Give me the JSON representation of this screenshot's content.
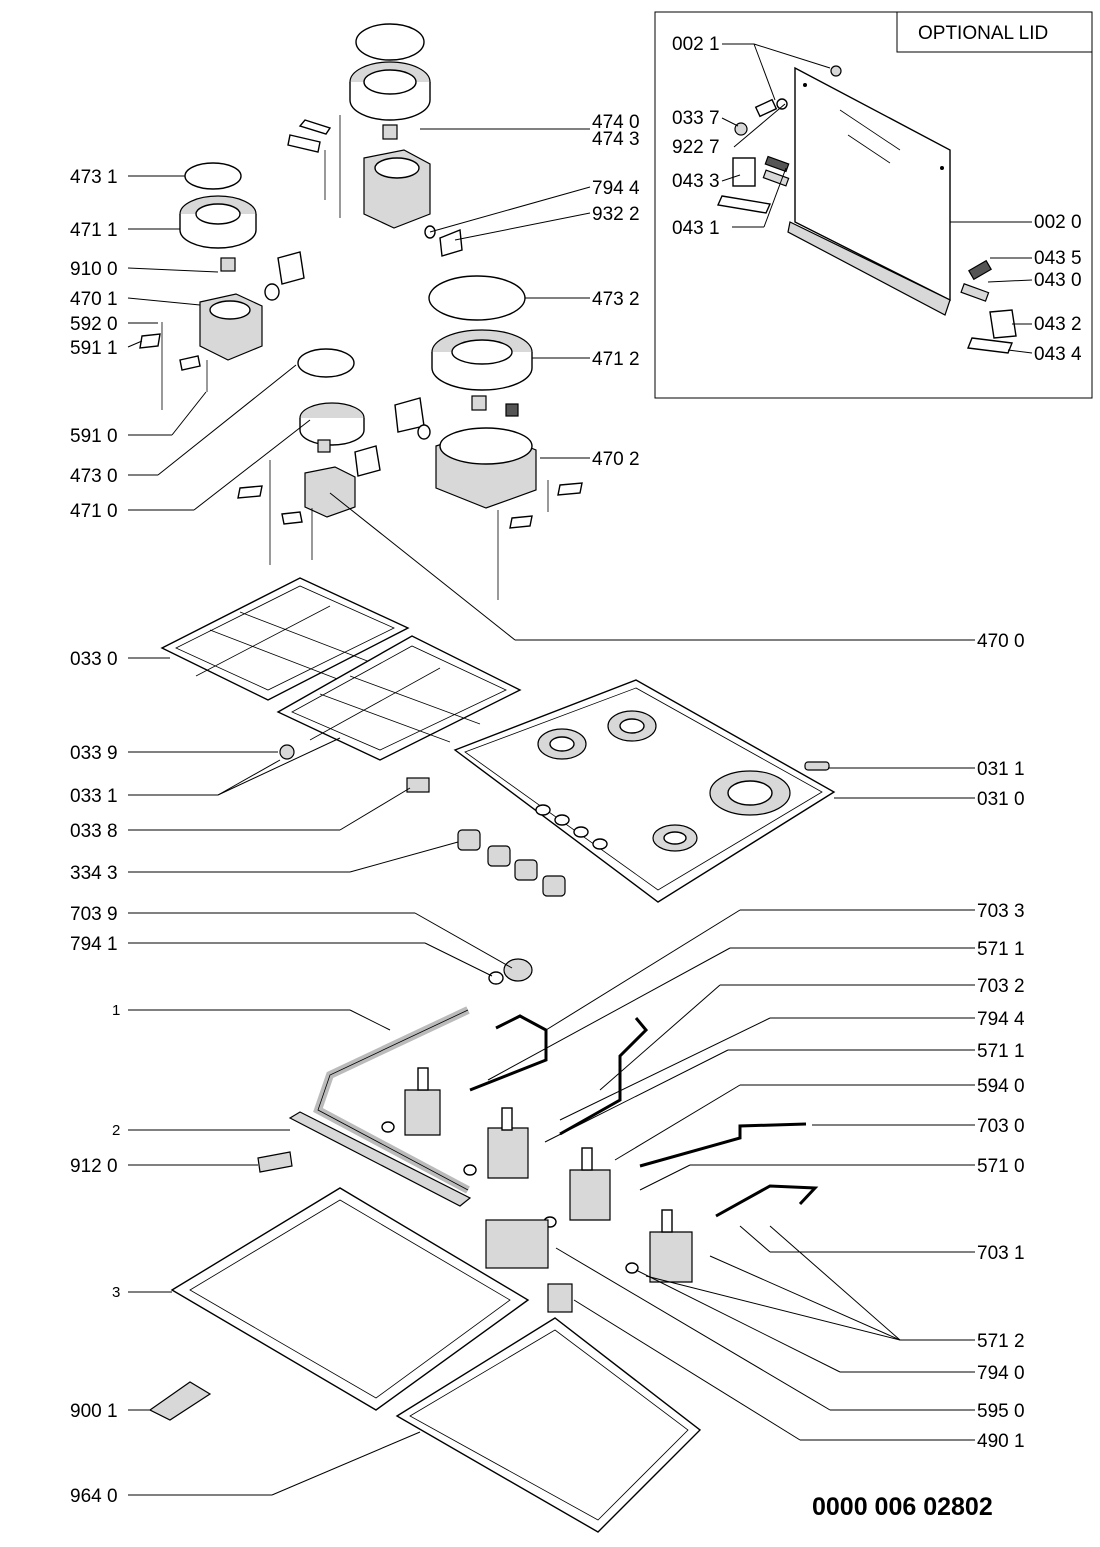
{
  "optional_lid": {
    "title": "OPTIONAL LID"
  },
  "document_number": "0000 006 02802",
  "labels": {
    "p0021": "002 1",
    "p0337": "033 7",
    "p9227": "922 7",
    "p0433": "043 3",
    "p0020": "002 0",
    "p0431": "043 1",
    "p0435": "043 5",
    "p0430": "043 0",
    "p0432": "043 2",
    "p0434": "043 4",
    "p4740": "474 0",
    "p4743": "474 3",
    "p4731": "473 1",
    "p7944a": "794 4",
    "p4711": "471 1",
    "p9322": "932 2",
    "p9100": "910 0",
    "p4701": "470 1",
    "p4732": "473 2",
    "p5920": "592 0",
    "p5911": "591 1",
    "p4712": "471 2",
    "p5910": "591 0",
    "p4730": "473 0",
    "p4702": "470 2",
    "p4710": "471 0",
    "p4700": "470 0",
    "p0330": "033 0",
    "p0339": "033 9",
    "p0311": "031 1",
    "p0331": "033 1",
    "p0310": "031 0",
    "p0338": "033 8",
    "p3343": "334 3",
    "p7039": "703 9",
    "p7033": "703 3",
    "p7941": "794 1",
    "p5711a": "571 1",
    "p1": "1",
    "p7032": "703 2",
    "p7944b": "794 4",
    "p5711b": "571 1",
    "p5940": "594 0",
    "p2": "2",
    "p7030": "703 0",
    "p9120": "912 0",
    "p5710": "571 0",
    "p7031": "703 1",
    "p3": "3",
    "p5712": "571 2",
    "p7940": "794 0",
    "p9001": "900 1",
    "p5950": "595 0",
    "p4901": "490 1",
    "p9640": "964 0"
  }
}
